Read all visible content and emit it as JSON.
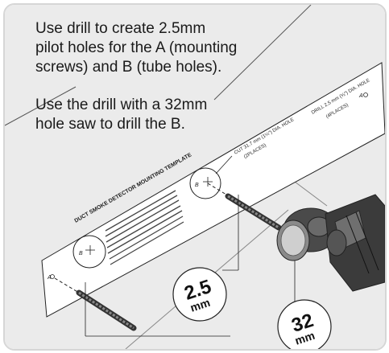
{
  "instructions": {
    "step1": "Use drill to create 2.5mm\npilot holes for the A (mounting\nscrews) and B (tube holes).",
    "step2": "Use the drill with a 32mm\nhole saw to drill the B."
  },
  "template": {
    "title": "DUCT SMOKE DETECTOR MOUNTING TEMPLATE",
    "cut_label_1": "CUT 31.7 mm (1¼\") DIA. HOLE",
    "cut_label_2": "(2PLACES)",
    "drill_label_1": "DRILL 2.5 mm (⅛\") DIA. HOLE",
    "drill_label_2": "(4PLACES)",
    "hole_a": "A",
    "hole_b": "B"
  },
  "callouts": {
    "pilot_size": "2.5",
    "pilot_unit": "mm",
    "saw_size": "32",
    "saw_unit": "mm"
  },
  "colors": {
    "background": "#ebebeb",
    "template": "#ffffff",
    "line": "#222222",
    "frame_border": "#d6d6d6"
  }
}
